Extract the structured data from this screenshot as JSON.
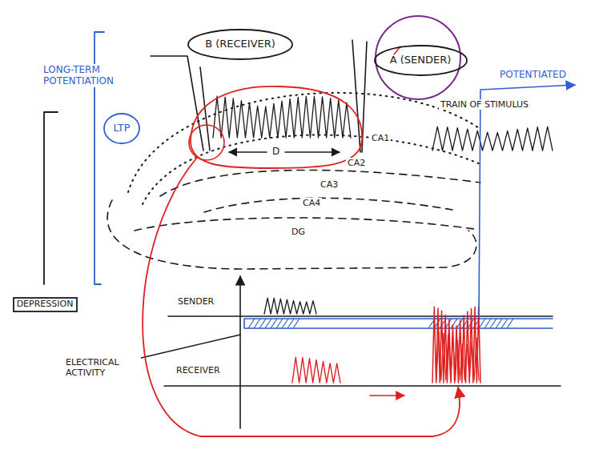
{
  "diagram": {
    "nodes": [
      {
        "text": [
          "B (RECEIVER)"
        ]
      },
      {
        "text": [
          "A (SENDER)"
        ]
      },
      {
        "text": [
          "LTP"
        ]
      },
      {
        "text": [
          "DEPRESSION"
        ]
      }
    ],
    "labels": [
      "LONG-TERM POTENTIATION",
      "TRAIN OF STIMULUS",
      "D",
      "CA1",
      "CA2",
      "CA3",
      "CA4",
      "DG",
      "SENDER",
      "RECEIVER",
      "ELECTRICAL ACTIVITY",
      "POTENTIATED"
    ]
  }
}
